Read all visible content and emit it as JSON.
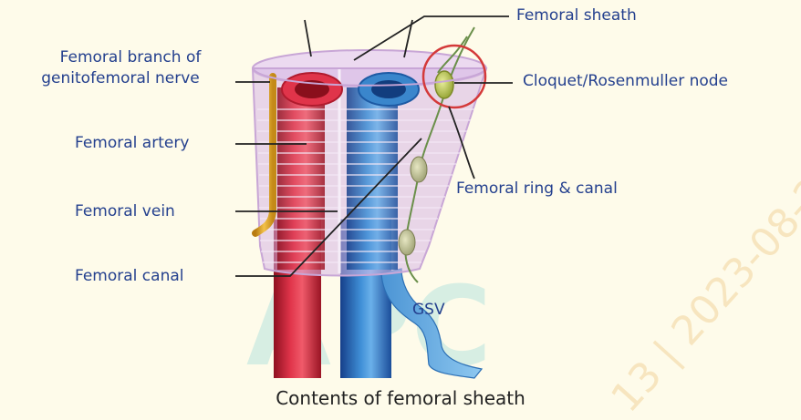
{
  "labels": {
    "femoral_sheath": "Femoral sheath",
    "genitofemoral_line1": "Femoral branch of",
    "genitofemoral_line2": "genitofemoral nerve",
    "cloquet_node": "Cloquet/Rosenmuller node",
    "femoral_artery": "Femoral artery",
    "femoral_ring_canal": "Femoral ring & canal",
    "femoral_vein": "Femoral vein",
    "femoral_canal": "Femoral canal",
    "gsv": "GSV"
  },
  "caption": "Contents of femoral sheath",
  "watermark": {
    "logo_text": "APC",
    "stamp_text": "13 | 2023-08-2"
  },
  "colors": {
    "background": "#fefbea",
    "label_text": "#24408e",
    "leader_line": "#222222",
    "artery": "#d8344a",
    "vein": "#2f7cc4",
    "nerve": "#e3a52a",
    "node": "#a8c23a",
    "highlight_circle": "#d43a3a",
    "sheath": "#c8a6d6"
  }
}
